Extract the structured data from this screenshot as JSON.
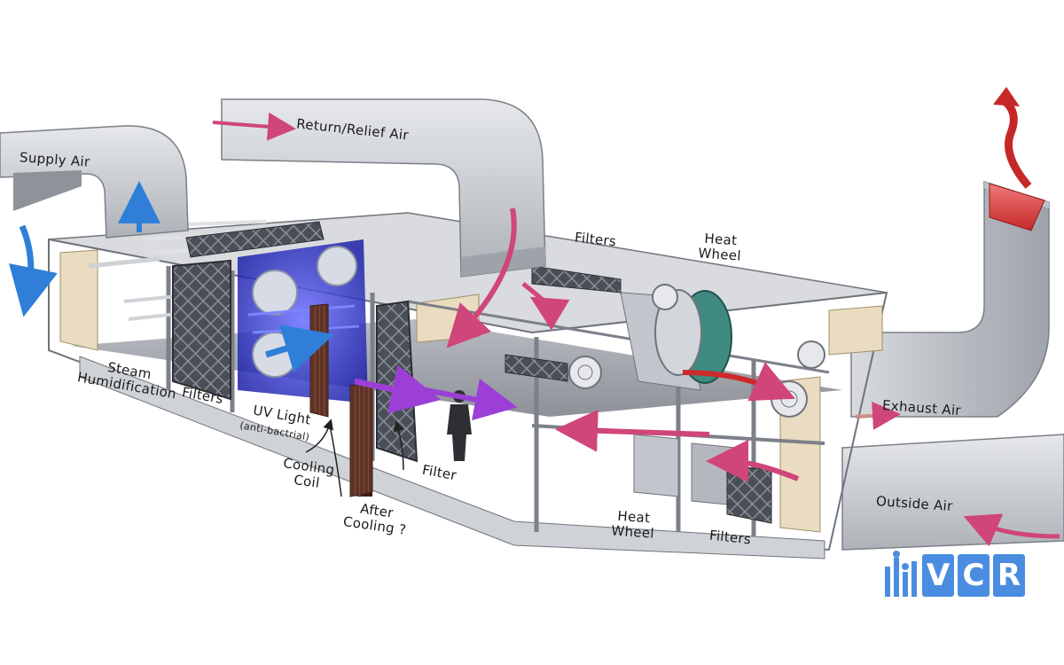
{
  "diagram": {
    "labels": {
      "supply_air": "Supply Air",
      "return_relief_air": "Return/Relief Air",
      "filters_top": "Filters",
      "heat_wheel_top": "Heat\nWheel",
      "steam_humidification": "Steam\nHumidification",
      "filters_left": "Filters",
      "uv_light": "UV Light",
      "uv_light_note": "(anti-bactrial)",
      "cooling_coil": "Cooling\nCoil",
      "after_cooling": "After\nCooling ?",
      "filter": "Filter",
      "heat_wheel_bottom": "Heat\nWheel",
      "filters_bottom": "Filters",
      "exhaust_air": "Exhaust Air",
      "outside_air": "Outside Air"
    },
    "logo": {
      "letters": [
        "V",
        "C",
        "R"
      ],
      "color": "#4a8de0"
    },
    "colors": {
      "duct": "#c9ccd1",
      "casing": "#e3e4e6",
      "insulation": "#e9dcc0",
      "filter_mesh": "#3c3f47",
      "cooling_coil": "#6b3a2a",
      "uv_glow": "#3a3fe0",
      "supply_arrow": "#2f7fd9",
      "return_arrow": "#d0457a",
      "uv_arrow": "#9b3fd6",
      "exhaust_arrow": "#cc2a2a",
      "heat_wheel": "#3f8a80"
    }
  }
}
